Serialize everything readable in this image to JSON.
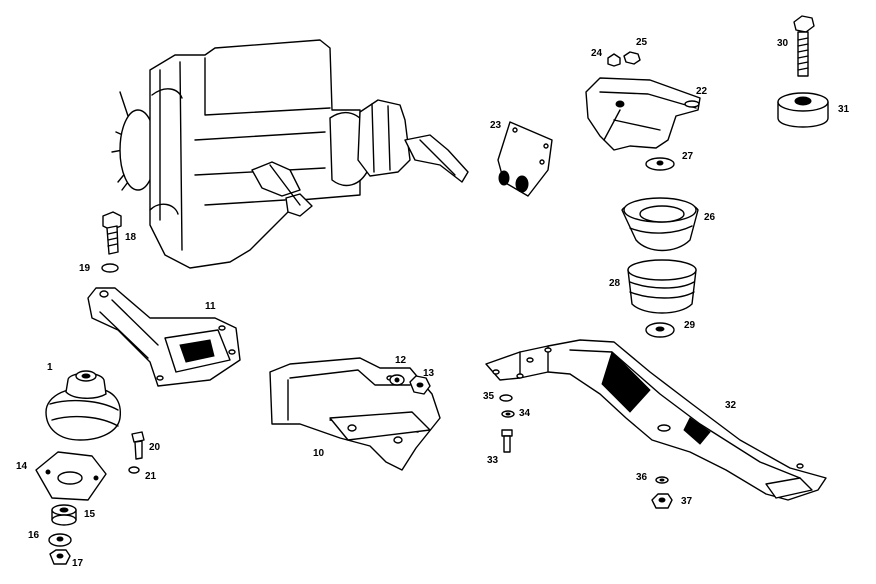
{
  "diagram": {
    "labels": {
      "p1": "1",
      "p10": "10",
      "p11": "11",
      "p12": "12",
      "p13": "13",
      "p14": "14",
      "p15": "15",
      "p16": "16",
      "p17": "17",
      "p18": "18",
      "p19": "19",
      "p20": "20",
      "p21": "21",
      "p22": "22",
      "p23": "23",
      "p24": "24",
      "p25": "25",
      "p26": "26",
      "p27": "27",
      "p28": "28",
      "p29": "29",
      "p30": "30",
      "p31": "31",
      "p32": "32",
      "p33": "33",
      "p34": "34",
      "p35": "35",
      "p36": "36",
      "p37": "37"
    }
  }
}
